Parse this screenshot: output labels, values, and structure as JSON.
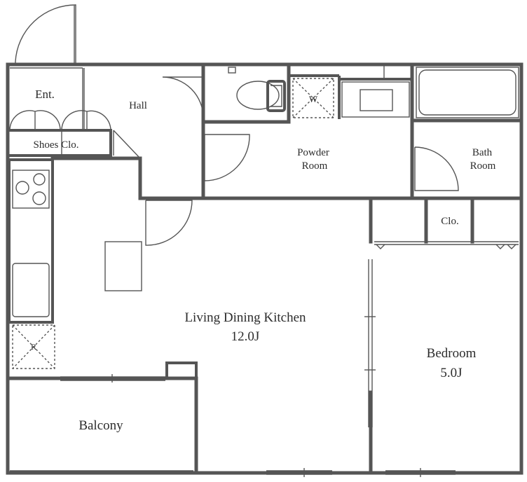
{
  "rooms": {
    "entrance": "Ent.",
    "hall": "Hall",
    "shoe_closet": "Shoes Clo.",
    "washer": "W",
    "powder_room_line1": "Powder",
    "powder_room_line2": "Room",
    "bath_room_line1": "Bath",
    "bath_room_line2": "Room",
    "closet": "Clo.",
    "refrigerator": "R",
    "ldk_name": "Living Dining Kitchen",
    "ldk_size": "12.0J",
    "bedroom_name": "Bedroom",
    "bedroom_size": "5.0J",
    "balcony": "Balcony"
  },
  "colors": {
    "wall": "#555555",
    "text": "#2c2c2c",
    "background": "#ffffff"
  }
}
